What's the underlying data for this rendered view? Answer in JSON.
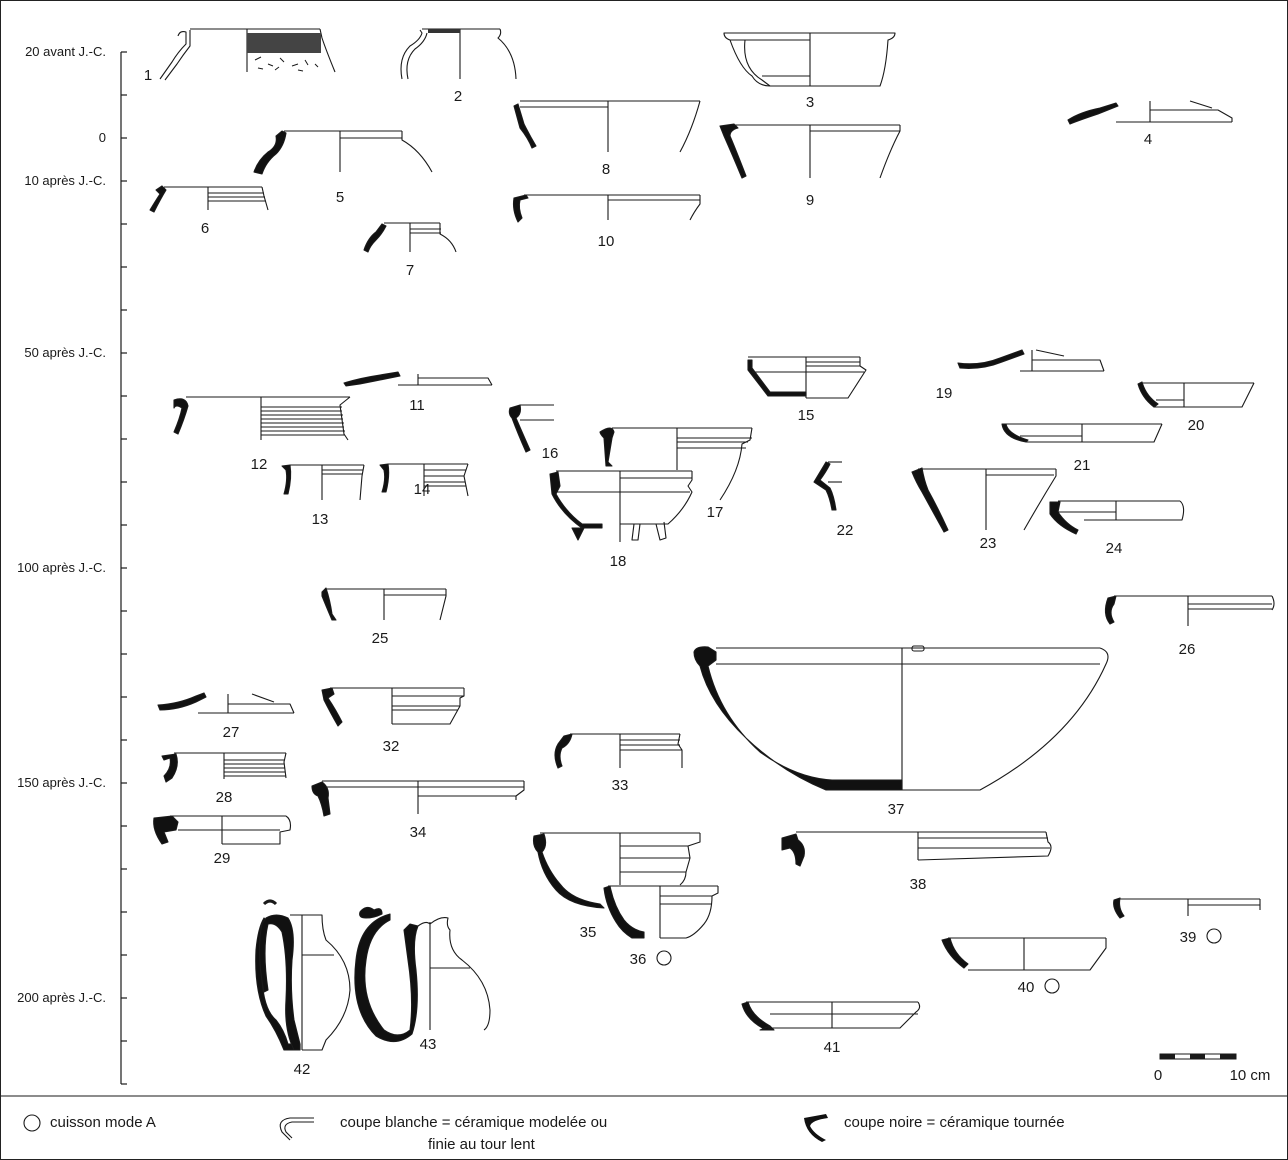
{
  "time_axis": {
    "labels": [
      "20 avant J.-C.",
      "0",
      "10 après J.-C.",
      "50 après J.-C.",
      "100 après J.-C.",
      "150 après J.-C.",
      "200 après J.-C."
    ]
  },
  "vessels": [
    "1",
    "2",
    "3",
    "4",
    "5",
    "6",
    "7",
    "8",
    "9",
    "10",
    "11",
    "12",
    "13",
    "14",
    "15",
    "16",
    "17",
    "18",
    "19",
    "20",
    "21",
    "22",
    "23",
    "24",
    "25",
    "26",
    "27",
    "28",
    "29",
    "32",
    "33",
    "34",
    "35",
    "36",
    "37",
    "38",
    "39",
    "40",
    "41",
    "42",
    "43"
  ],
  "cuisson_a_markers": [
    "36",
    "39",
    "40"
  ],
  "scale_bar": {
    "start_label": "0",
    "end_label": "10 cm"
  },
  "legend": {
    "mode_a": "cuisson mode A",
    "white_section_line1": "coupe blanche = céramique modelée ou",
    "white_section_line2": "finie au tour lent",
    "black_section": "coupe noire = céramique tournée"
  }
}
